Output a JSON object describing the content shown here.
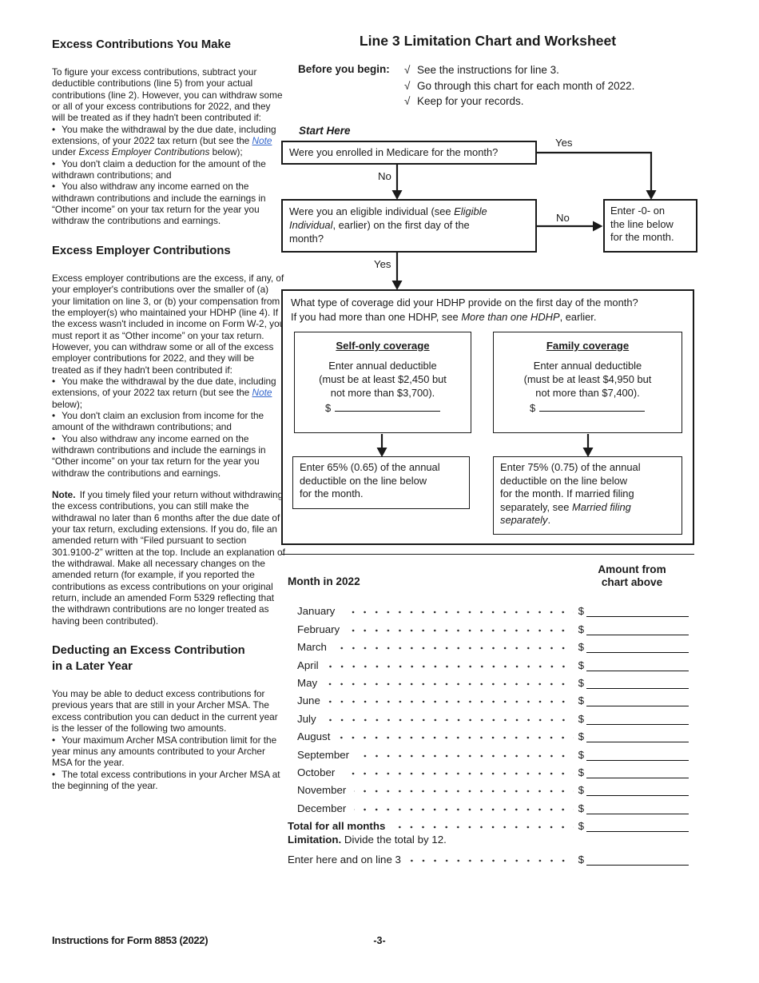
{
  "theme": {
    "link_color": "#3366cc",
    "ink": "#1b1b1b"
  },
  "title": "Line 3 Limitation Chart and Worksheet",
  "before_you_begin": {
    "label": "Before you begin:",
    "check_glyph": "√",
    "items": [
      "See the instructions for line 3.",
      "Go through this chart for each month of 2022.",
      "Keep for your records."
    ]
  },
  "flowchart": {
    "start_here": "Start Here",
    "label_yes": "Yes",
    "label_no": "No",
    "q1": "Were you enrolled in Medicare for the month?",
    "q2": [
      {
        "t": "Were you an eligible individual (see "
      },
      {
        "t": "Eligible",
        "style": "italic"
      },
      {
        "br": true
      },
      {
        "t": "Individual",
        "style": "italic"
      },
      {
        "t": ", earlier) on the first day of the"
      },
      {
        "br": true
      },
      {
        "t": "month?"
      }
    ],
    "zero_box": [
      {
        "t": "Enter -0- on"
      },
      {
        "br": true
      },
      {
        "t": "the line below"
      },
      {
        "br": true
      },
      {
        "t": "for the month."
      }
    ],
    "coverage_question": [
      {
        "t": "What type of coverage did your HDHP provide on the first day of the month?"
      },
      {
        "br": true
      },
      {
        "t": "If you had more than one HDHP, see "
      },
      {
        "t": "More than one HDHP",
        "style": "italic"
      },
      {
        "t": ", earlier."
      }
    ],
    "self_box": {
      "heading": "Self-only coverage",
      "lines": [
        "Enter annual deductible",
        "(must be at least $2,450 but",
        "not more than $3,700)."
      ],
      "dollar": "$"
    },
    "family_box": {
      "heading": "Family coverage",
      "lines": [
        "Enter annual deductible",
        "(must be at least $4,950 but",
        "not more than $7,400)."
      ],
      "dollar": "$"
    },
    "result_self": [
      {
        "t": "Enter 65% (0.65) of the annual"
      },
      {
        "br": true
      },
      {
        "t": "deductible on the line below"
      },
      {
        "br": true
      },
      {
        "t": "for the month."
      }
    ],
    "result_family": [
      {
        "t": "Enter 75% (0.75) of the annual"
      },
      {
        "br": true
      },
      {
        "t": "deductible on the line below"
      },
      {
        "br": true
      },
      {
        "t": "for the month. If married filing"
      },
      {
        "br": true
      },
      {
        "t": "separately, see "
      },
      {
        "t": "Married filing",
        "style": "italic"
      },
      {
        "br": true
      },
      {
        "t": "separately",
        "style": "italic"
      },
      {
        "t": "."
      }
    ]
  },
  "worksheet": {
    "col_month": "Month in 2022",
    "col_amount": "Amount from chart above",
    "dollar": "$",
    "months": [
      "January",
      "February",
      "March",
      "April",
      "May",
      "June",
      "July",
      "August",
      "September",
      "October",
      "November",
      "December"
    ],
    "total_label": "Total for all months",
    "limitation_bold": "Limitation.",
    "limitation_rest": " Divide the total by 12.",
    "limitation_line2": "Enter here and on line 3"
  },
  "left_column": {
    "bullet_glyph": "•",
    "sections": [
      {
        "heading": "Excess Contributions You Make",
        "blocks": [
          {
            "type": "p",
            "segments": [
              {
                "t": "To figure your excess contributions, subtract your deductible contributions (line 5) from your actual contributions (line 2). However, you can withdraw some or all of your excess contributions for 2022, and they will be treated as if they hadn't been contributed if:"
              }
            ]
          },
          {
            "type": "bullet",
            "segments": [
              {
                "t": "You make the withdrawal by the due date, including extensions, of your 2022 tax return (but see the "
              },
              {
                "t": "Note",
                "style": "link"
              },
              {
                "t": " under "
              },
              {
                "t": "Excess Employer Contributions",
                "style": "italic"
              },
              {
                "t": " below);"
              }
            ]
          },
          {
            "type": "bullet",
            "segments": [
              {
                "t": "You don't claim a deduction for the amount of the withdrawn contributions; and"
              }
            ]
          },
          {
            "type": "bullet",
            "segments": [
              {
                "t": "You also withdraw any income earned on the withdrawn contributions and include the earnings in “Other income” on your tax return for the year you withdraw the contributions and earnings."
              }
            ]
          }
        ]
      },
      {
        "heading": "Excess Employer Contributions",
        "blocks": [
          {
            "type": "p",
            "segments": [
              {
                "t": "Excess employer contributions are the excess, if any, of your employer's contributions over the smaller of (a) your limitation on line 3, or (b) your compensation from the employer(s) who maintained your HDHP (line 4). If the excess wasn't included in income on Form W-2, you must report it as “Other income” on your tax return. However, you can withdraw some or all of the excess employer contributions for 2022, and they will be treated as if they hadn't been contributed if:"
              }
            ]
          },
          {
            "type": "bullet",
            "segments": [
              {
                "t": "You make the withdrawal by the due date, including extensions, of your 2022 tax return (but see the "
              },
              {
                "t": "Note",
                "style": "link"
              },
              {
                "t": " below);"
              }
            ]
          },
          {
            "type": "bullet",
            "segments": [
              {
                "t": "You don't claim an exclusion from income for the amount of the withdrawn contributions; and"
              }
            ]
          },
          {
            "type": "bullet",
            "segments": [
              {
                "t": "You also withdraw any income earned on the withdrawn contributions and include the earnings in “Other income” on your tax return for the year you withdraw the contributions and earnings."
              }
            ]
          },
          {
            "type": "note",
            "segments": [
              {
                "t": "Note.",
                "style": "bold"
              },
              {
                "t": " If you timely filed your return without withdrawing the excess contributions, you can still make the withdrawal no later than 6 months after the due date of your tax return, excluding extensions. If you do, file an amended return with “Filed pursuant to section 301.9100-2” written at the top. Include an explanation of the withdrawal. Make all necessary changes on the amended return (for example, if you reported the contributions as excess contributions on your original return, include an amended Form 5329 reflecting that the withdrawn contributions are no longer treated as having been contributed)."
              }
            ]
          }
        ]
      },
      {
        "heading": "Deducting an Excess Contribution\nin a Later Year",
        "blocks": [
          {
            "type": "p",
            "segments": [
              {
                "t": "You may be able to deduct excess contributions for previous years that are still in your Archer MSA. The excess contribution you can deduct in the current year is the lesser of the following two amounts."
              }
            ]
          },
          {
            "type": "bullet",
            "segments": [
              {
                "t": "Your maximum Archer MSA contribution limit for the year minus any amounts contributed to your Archer MSA for the year."
              }
            ]
          },
          {
            "type": "bullet",
            "segments": [
              {
                "t": "The total excess contributions in your Archer MSA at the beginning of the year."
              }
            ]
          }
        ]
      }
    ]
  },
  "footer": {
    "left": "Instructions for Form 8853 (2022)",
    "page": "-3-"
  }
}
